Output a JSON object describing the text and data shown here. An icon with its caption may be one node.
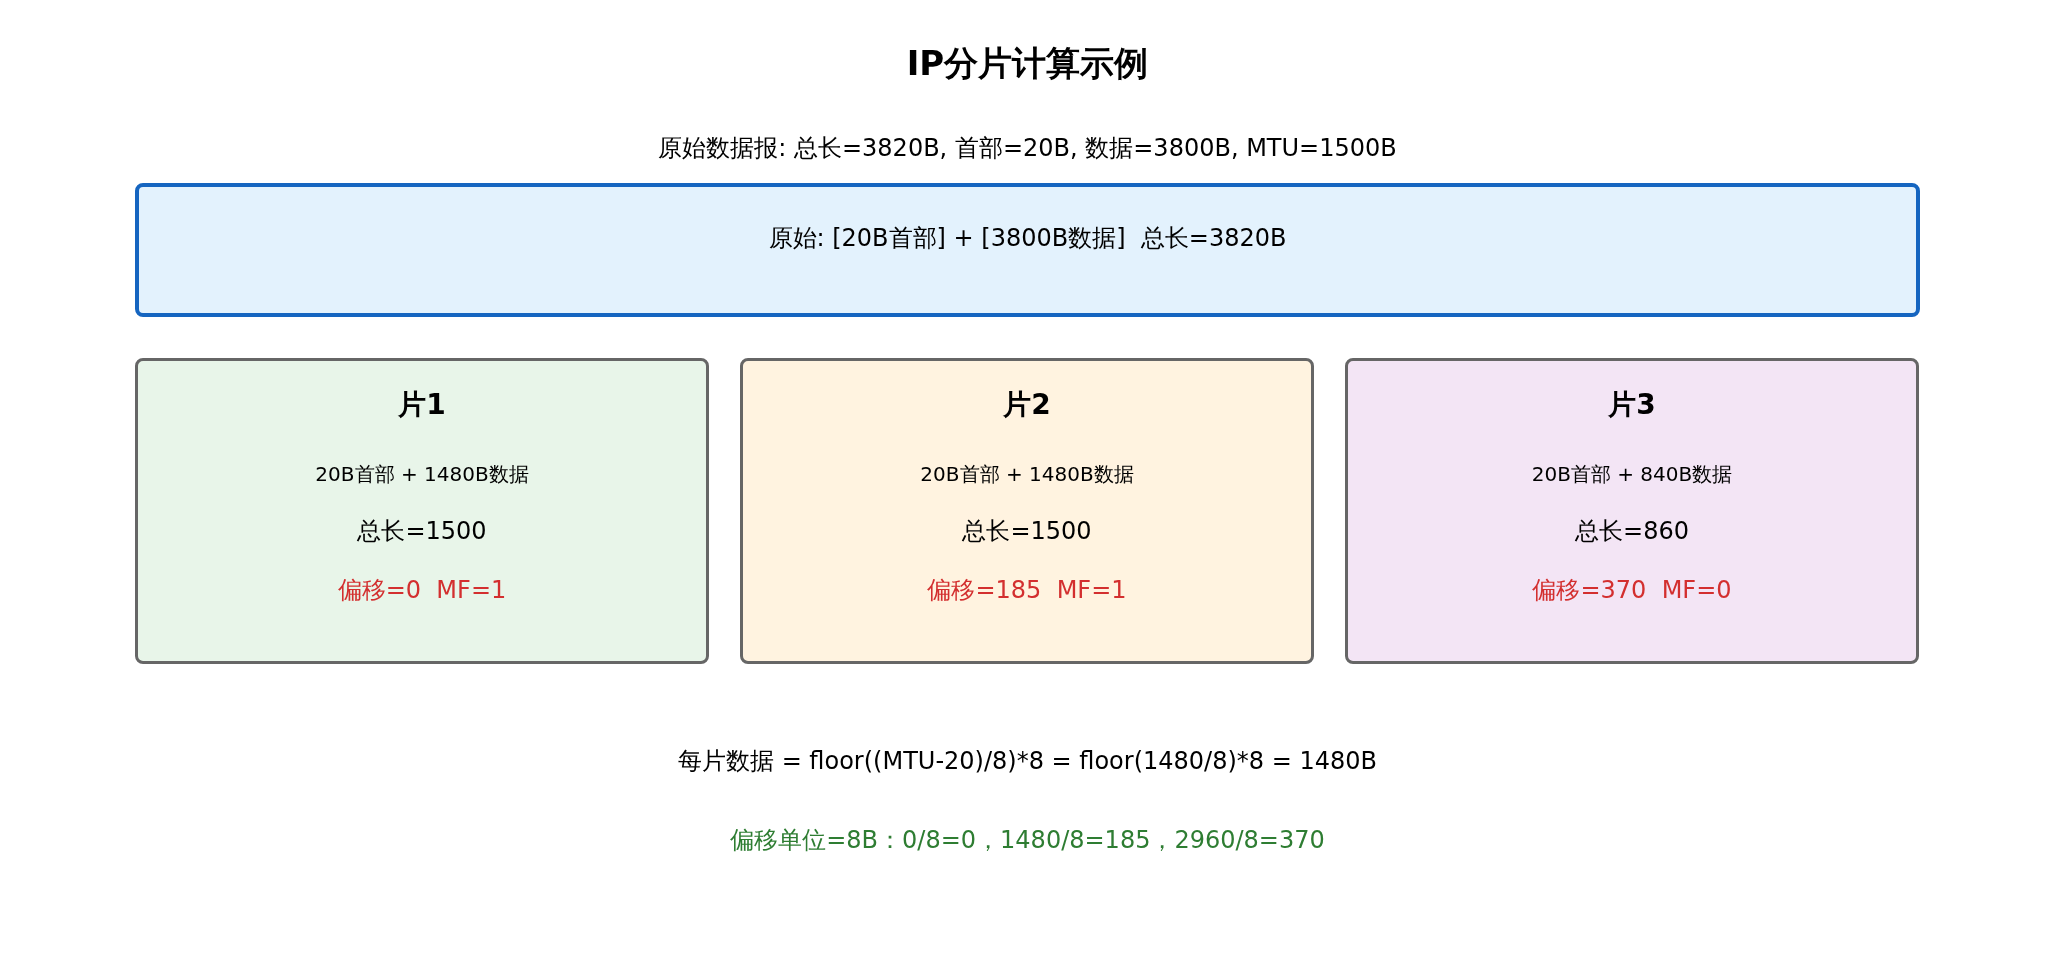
{
  "diagram": {
    "title": "IP分片计算示例",
    "nodes": [
      {
        "text": [
          "原始: [20B首部] + [3800B数据]  总长=3820B"
        ]
      },
      {
        "text": [
          "片1",
          "20B首部 + 1480B数据",
          "总长=1500",
          "偏移=0  MF=1"
        ]
      },
      {
        "text": [
          "片2",
          "20B首部 + 1480B数据",
          "总长=1500",
          "偏移=185  MF=1"
        ]
      },
      {
        "text": [
          "片3",
          "20B首部 + 840B数据",
          "总长=860",
          "偏移=370  MF=0"
        ]
      }
    ],
    "labels": [
      "原始数据报: 总长=3820B, 首部=20B, 数据=3800B, MTU=1500B",
      "每片数据 = floor((MTU-20)/8)*8 = floor(1480/8)*8 = 1480B",
      "偏移单位=8B：0/8=0，1480/8=185，2960/8=370"
    ]
  }
}
